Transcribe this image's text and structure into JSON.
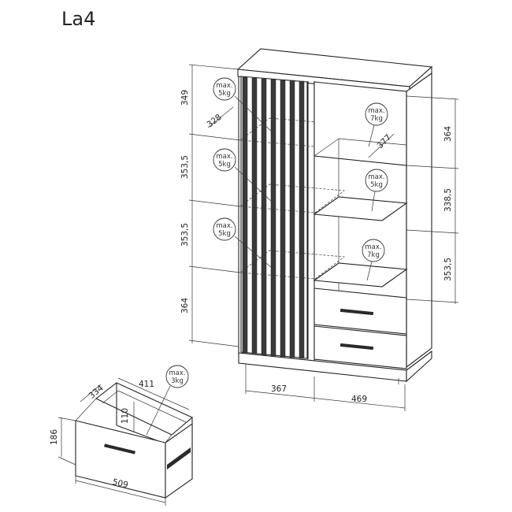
{
  "title": "La4",
  "dimensions": {
    "left_top_section": "349",
    "shelf_depth": "328",
    "left_mid_section": "353,5",
    "left_lower_section": "353,5",
    "left_bottom_section": "364",
    "right_top_section": "364",
    "right_shelf_depth": "377",
    "right_mid_section": "338,5",
    "right_lower_section": "353,5",
    "left_width": "367",
    "right_width": "469",
    "drawer_depth": "334",
    "drawer_inner_width": "411",
    "drawer_inner_height": "110",
    "drawer_height": "186",
    "drawer_width": "509"
  },
  "load_badges": [
    {
      "line1": "max.",
      "line2": "5kg"
    },
    {
      "line1": "max.",
      "line2": "5kg"
    },
    {
      "line1": "max.",
      "line2": "5kg"
    },
    {
      "line1": "max.",
      "line2": "7kg"
    },
    {
      "line1": "max.",
      "line2": "5kg"
    },
    {
      "line1": "max.",
      "line2": "7kg"
    },
    {
      "line1": "max.",
      "line2": "3kg"
    }
  ]
}
